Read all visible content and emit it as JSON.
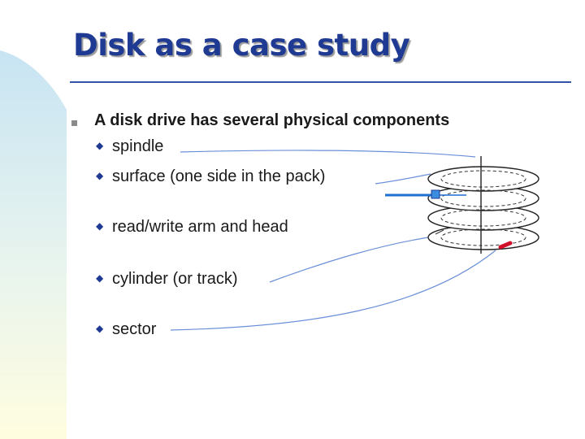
{
  "slide": {
    "title": "Disk as a case study",
    "main_bullet": "A disk drive has several physical components",
    "sub_bullets": [
      "spindle",
      "surface (one side in the pack)",
      "read/write arm and head",
      "cylinder (or track)",
      "sector"
    ]
  },
  "icons": {
    "main_bullet": "square-bullet-icon",
    "sub_bullet": "diamond-bullet-icon"
  },
  "colors": {
    "title": "#1f3a93",
    "rule": "#3353a8",
    "side_band_top": "#c7e4f3",
    "side_band_bottom": "#fffde0",
    "arm": "#1f6fd1",
    "sector": "#d0102a"
  }
}
